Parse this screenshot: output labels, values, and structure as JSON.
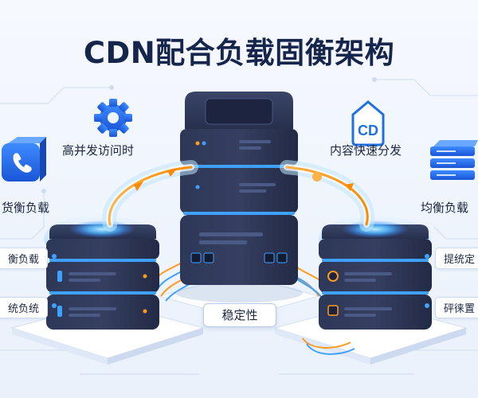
{
  "title": "CDN配合负载固衡架构",
  "top_labels": {
    "left": "高并发访问时",
    "right": "内容快速分发"
  },
  "side_labels": {
    "left_top": "货衡负载",
    "right_top": "均衡负载"
  },
  "left_pills": [
    "衡负载",
    "统负统"
  ],
  "right_pills": [
    "提统定",
    "砰徕置"
  ],
  "center_label": "稳定性",
  "icons": {
    "gear": "gear-icon",
    "cd_badge": "cd-icon",
    "cd_text": "CD",
    "phone": "phone-icon",
    "stack": "server-stack-icon"
  },
  "colors": {
    "title": "#15254c",
    "server_body": "#2b3552",
    "server_dark": "#1d2540",
    "glow": "#3ea1ff",
    "orange": "#ff9a1f",
    "accent_blue": "#1f6fe5"
  }
}
